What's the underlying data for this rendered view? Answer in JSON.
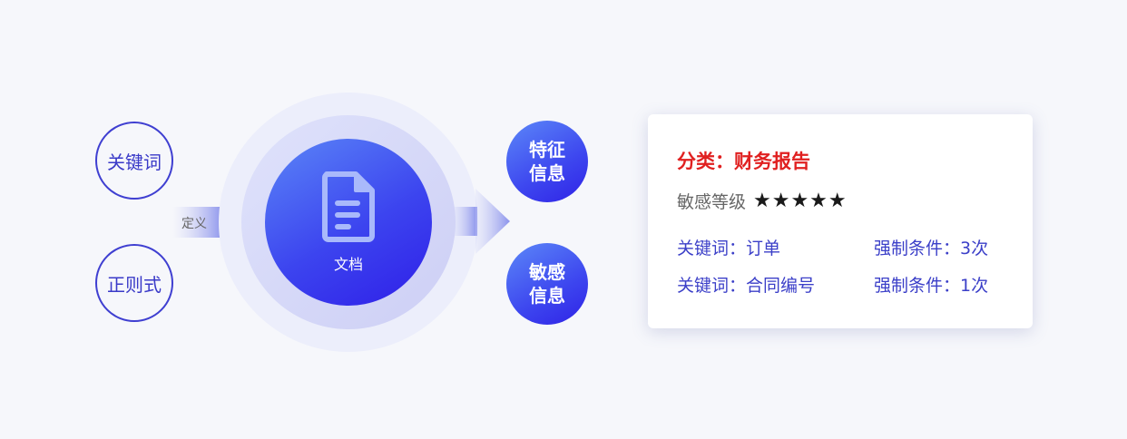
{
  "inputs": [
    {
      "label": "关键词"
    },
    {
      "label": "正则式"
    }
  ],
  "define_label": "定义",
  "core": {
    "icon": "document-icon",
    "label": "文档"
  },
  "outputs": [
    {
      "line1": "特征",
      "line2": "信息"
    },
    {
      "line1": "敏感",
      "line2": "信息"
    }
  ],
  "card": {
    "category": "分类：财务报告",
    "sensitivity_label": "敏感等级",
    "stars": "★★★★★",
    "star_count": 5,
    "rules": [
      {
        "keyword": "关键词：订单",
        "condition": "强制条件：3次"
      },
      {
        "keyword": "关键词：合同编号",
        "condition": "强制条件：1次"
      }
    ]
  },
  "colors": {
    "accent_blue": "#3c44ef",
    "category_red": "#e02020",
    "rule_text": "#3b3fc8",
    "background": "#f6f7fb"
  }
}
